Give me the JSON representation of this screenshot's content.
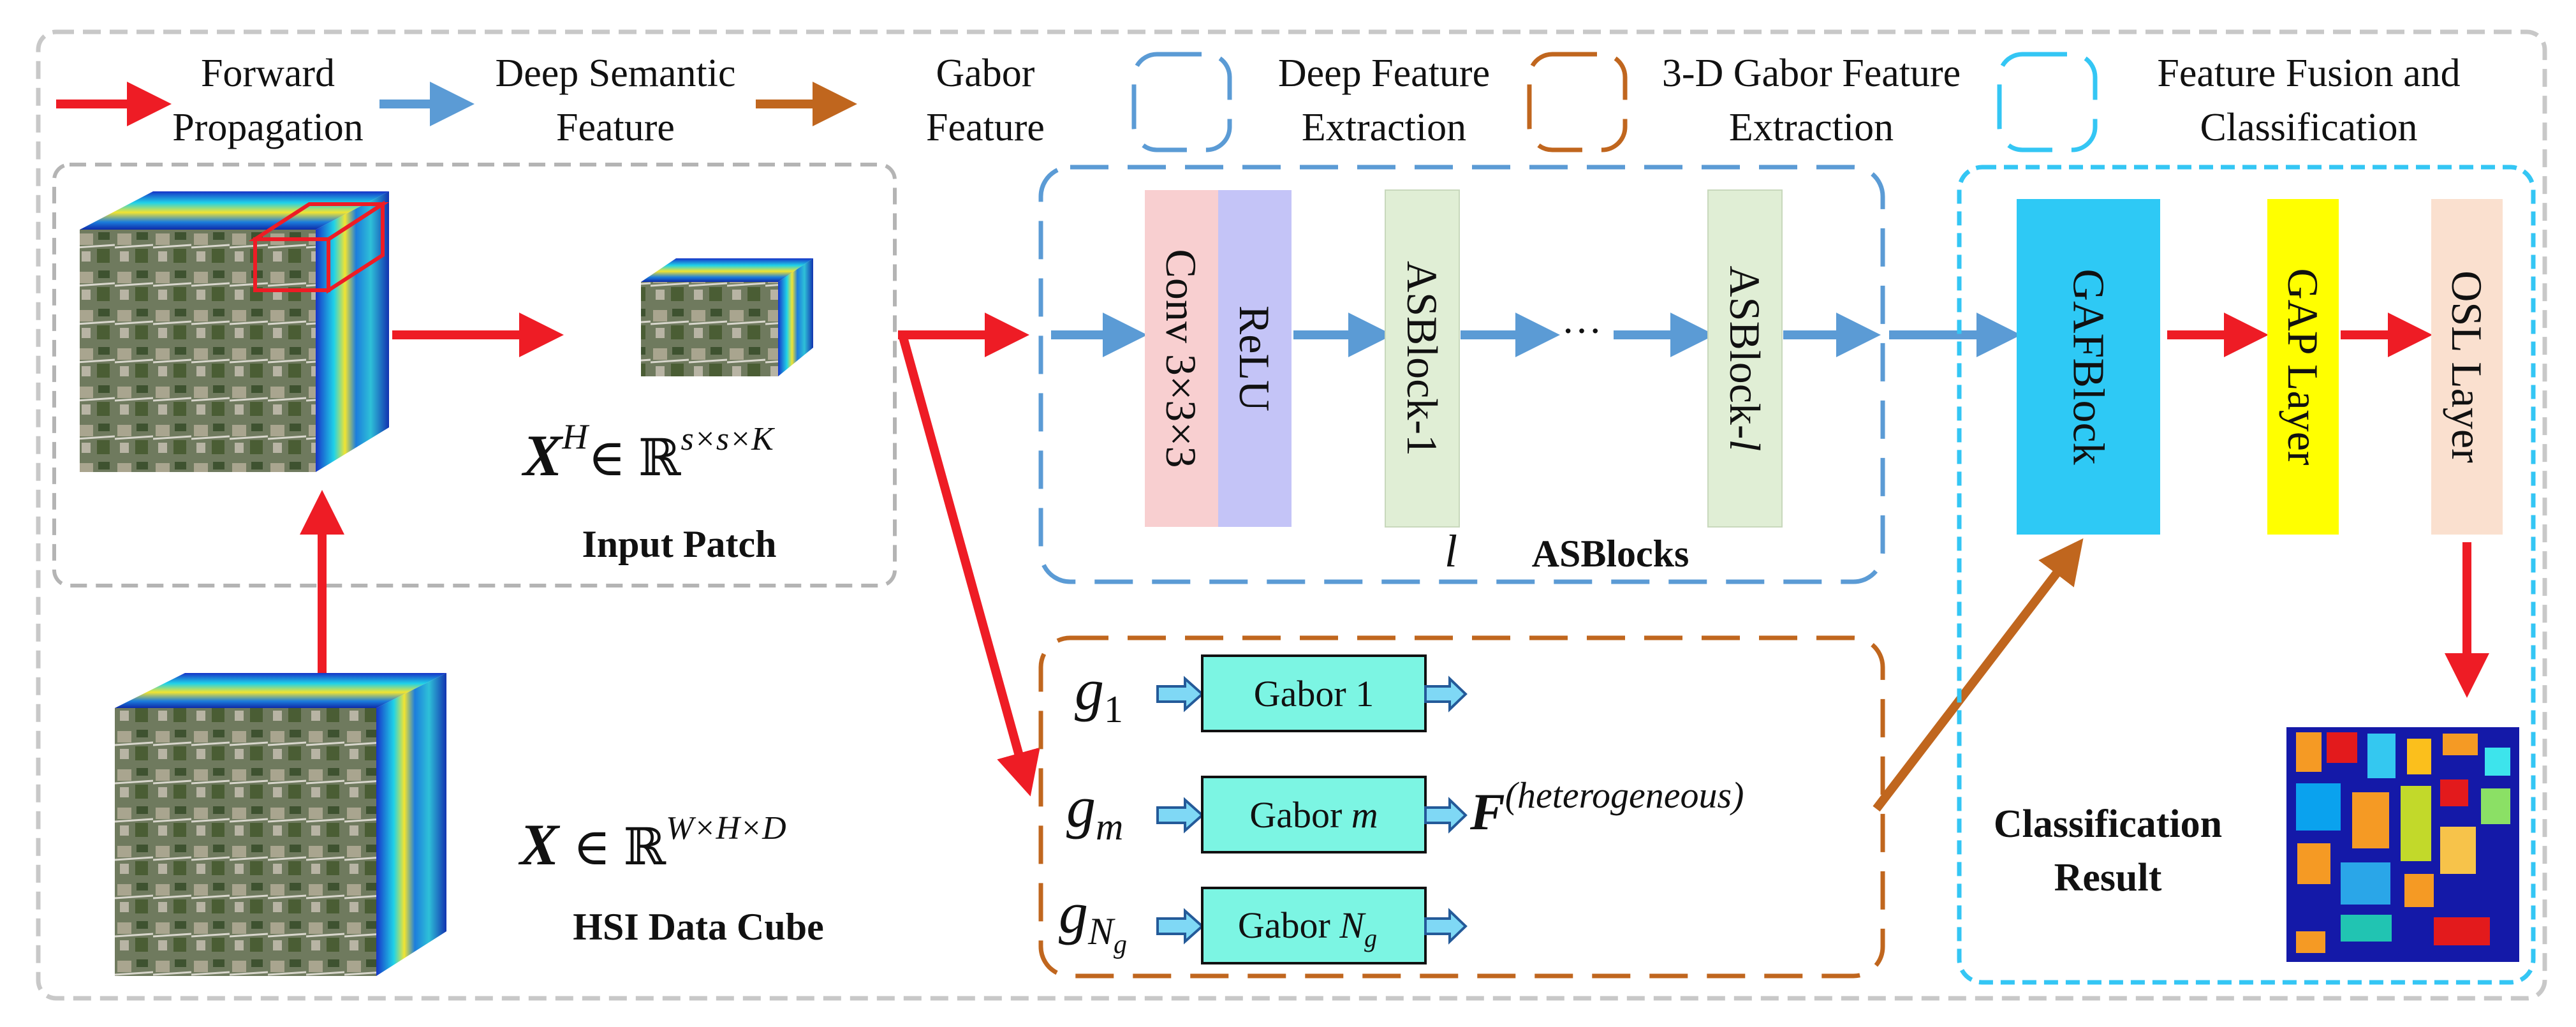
{
  "legend": {
    "forward": [
      "Forward",
      "Propagation"
    ],
    "deep_semantic": [
      "Deep Semantic",
      "Feature"
    ],
    "gabor": [
      "Gabor",
      "Feature"
    ],
    "deep_extraction": [
      "Deep Feature",
      "Extraction"
    ],
    "gabor_extraction": [
      "3-D Gabor Feature",
      "Extraction"
    ],
    "fusion": [
      "Feature Fusion and",
      "Classification"
    ]
  },
  "input": {
    "patch_formula_base": "X",
    "patch_formula_sup": "H",
    "patch_formula_in": "∈ ℝ",
    "patch_formula_dims": "s×s×K",
    "patch_label": "Input Patch",
    "cube_formula_base": "X",
    "cube_formula_in": "∈ ℝ",
    "cube_formula_dims": "W×H×D",
    "cube_label": "HSI Data Cube"
  },
  "deep": {
    "conv": "Conv 3×3×3",
    "relu": "ReLU",
    "block1": "ASBlock-1",
    "dots": "···",
    "blockl": "ASBlock-",
    "blockl_italic": "l",
    "count_var": "l",
    "count_label": "ASBlocks"
  },
  "gabor": {
    "g1_var": "g",
    "g1_sub": "1",
    "gm_var": "g",
    "gm_sub": "m",
    "gn_var": "g",
    "gn_sub": "N",
    "gn_subsub": "g",
    "gabor1": "Gabor 1",
    "gaborm_text": "Gabor ",
    "gaborm_var": "m",
    "gaborn_text": "Gabor ",
    "gaborn_var": "N",
    "gaborn_sub": "g",
    "feature_base": "F",
    "feature_sup": "(heterogeneous)"
  },
  "fusion": {
    "gafblock": "GAFBlock",
    "gap": "GAP Layer",
    "osl": "OSL Layer",
    "result": [
      "Classification",
      "Result"
    ]
  },
  "colors": {
    "red": "#ee1c25",
    "blue": "#5b9bd5",
    "orange": "#c0661e",
    "light_blue": "#34c6f4",
    "conv": "#f8cfd0",
    "relu": "#c4c4f7",
    "asblock": "#e0eed5",
    "gafblock": "#2ec9f5",
    "gap": "#ffff00",
    "osl": "#fae0cf",
    "gabor_box": "#7cf5e3"
  }
}
